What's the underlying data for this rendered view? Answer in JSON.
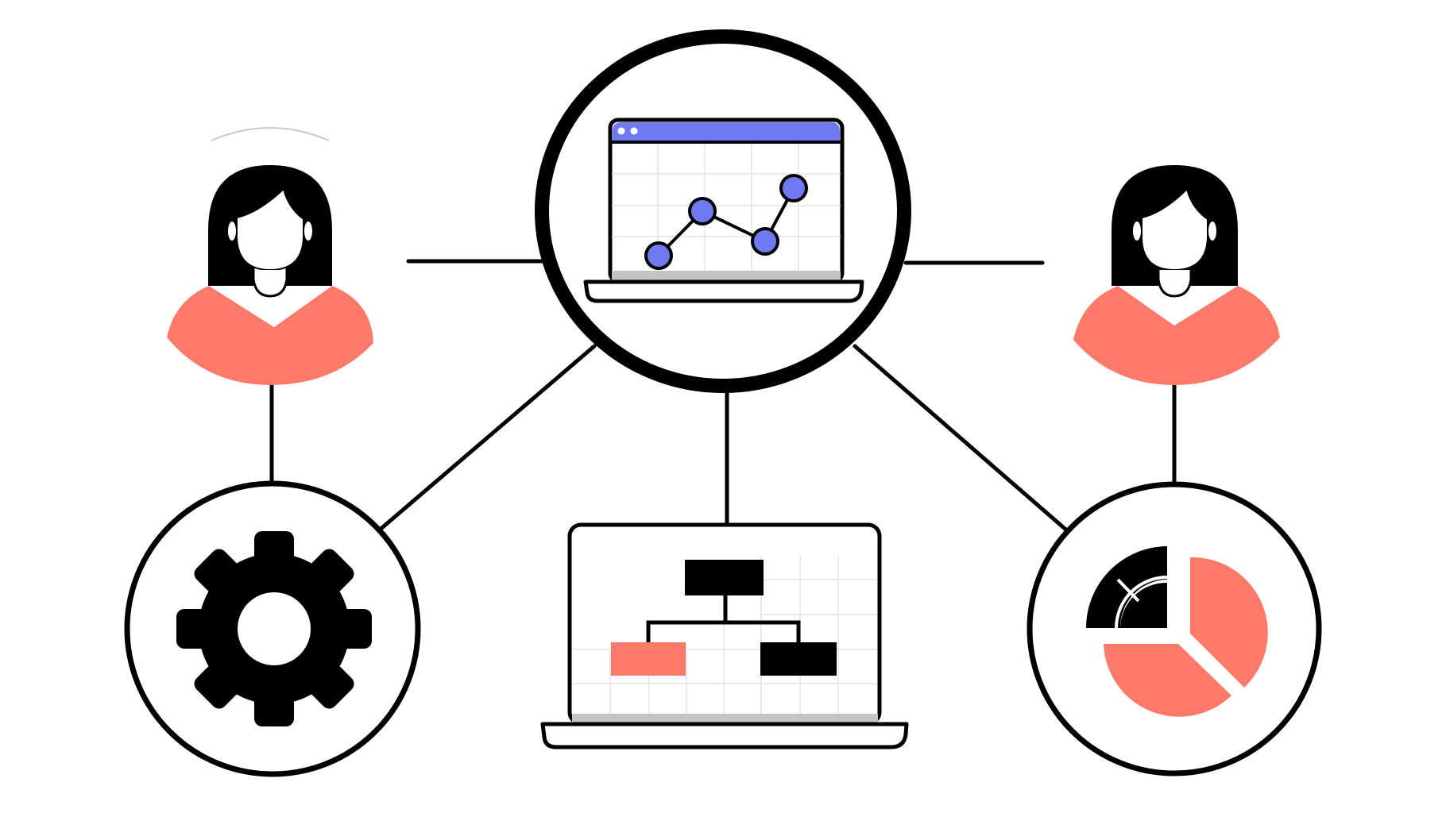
{
  "diagram": {
    "type": "network-hub-illustration",
    "nodes": [
      {
        "id": "analytics-hub",
        "icon": "laptop-line-chart-icon"
      },
      {
        "id": "person-left",
        "icon": "person-icon"
      },
      {
        "id": "person-right",
        "icon": "person-icon"
      },
      {
        "id": "settings",
        "icon": "gear-icon"
      },
      {
        "id": "org-chart",
        "icon": "laptop-org-chart-icon"
      },
      {
        "id": "reports",
        "icon": "pie-chart-icon"
      }
    ],
    "edges": [
      [
        "person-left",
        "analytics-hub"
      ],
      [
        "person-right",
        "analytics-hub"
      ],
      [
        "person-left",
        "settings"
      ],
      [
        "person-right",
        "reports"
      ],
      [
        "analytics-hub",
        "settings"
      ],
      [
        "analytics-hub",
        "org-chart"
      ],
      [
        "analytics-hub",
        "reports"
      ]
    ]
  },
  "colors": {
    "accent": "#6f79f0",
    "salmon": "#fd7a6a",
    "ink": "#000000",
    "grid": "#e3e3e3",
    "band": "#c4c4c4",
    "background": "#ffffff"
  }
}
